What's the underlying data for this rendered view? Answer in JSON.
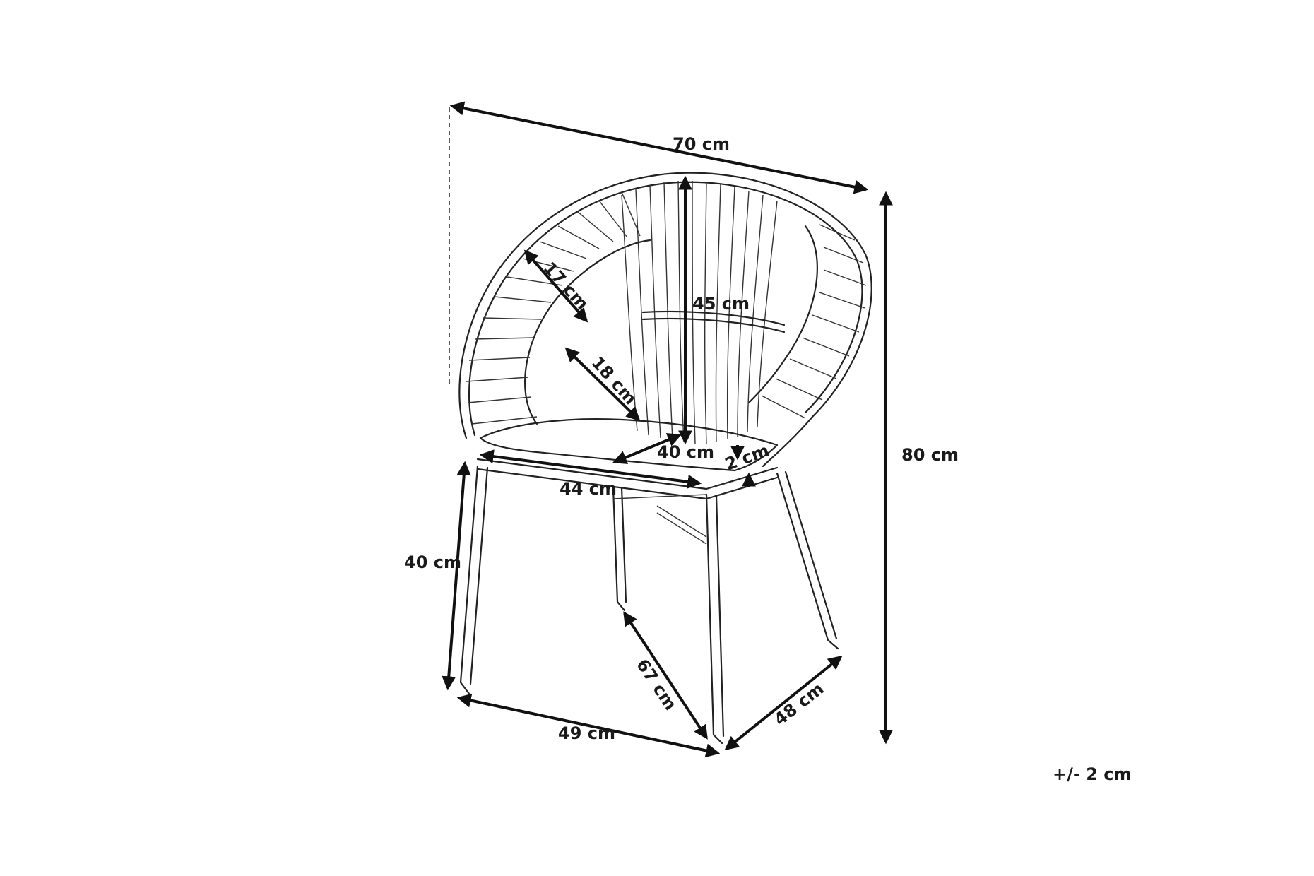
{
  "dimensions": {
    "width_top": "70 cm",
    "height_total": "80 cm",
    "backrest_height": "45 cm",
    "rim_depth": "17 cm",
    "armrest_gap": "18 cm",
    "seat_depth": "40 cm",
    "seat_width": "44 cm",
    "rim_thickness": "2 cm",
    "seat_height": "40 cm",
    "leg_diagonal": "67 cm",
    "base_width": "49 cm",
    "base_depth": "48 cm"
  },
  "tolerance": "+/- 2 cm",
  "colors": {
    "line": "#222222",
    "background": "#ffffff"
  }
}
